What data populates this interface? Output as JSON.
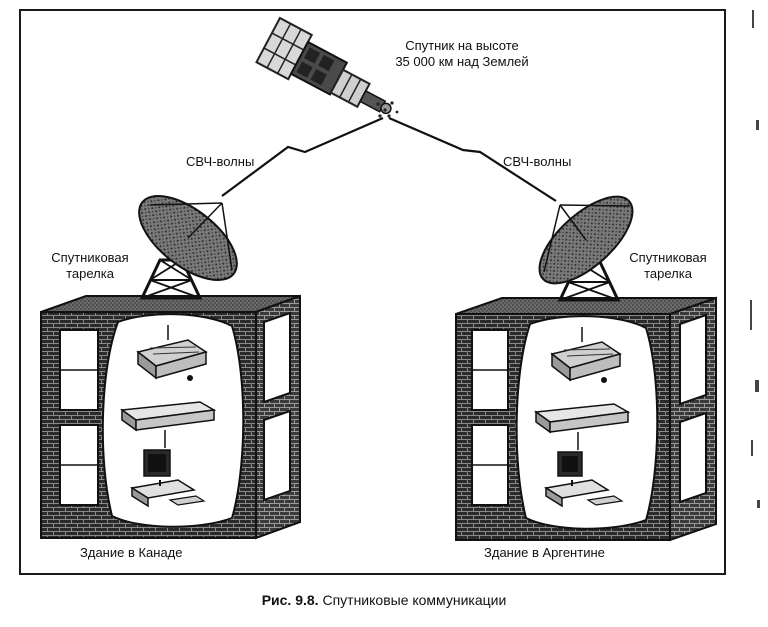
{
  "labels": {
    "satellite": "Спутник на высоте\n35 000 км над Землей",
    "wave_left": "СВЧ-волны",
    "wave_right": "СВЧ-волны",
    "dish_left": "Спутниковая\nтарелка",
    "dish_right": "Спутниковая\nтарелка",
    "building_left": "Здание в Канаде",
    "building_right": "Здание в Аргентине"
  },
  "caption": {
    "number": "Рис. 9.8.",
    "text": "Спутниковые коммуникации"
  }
}
